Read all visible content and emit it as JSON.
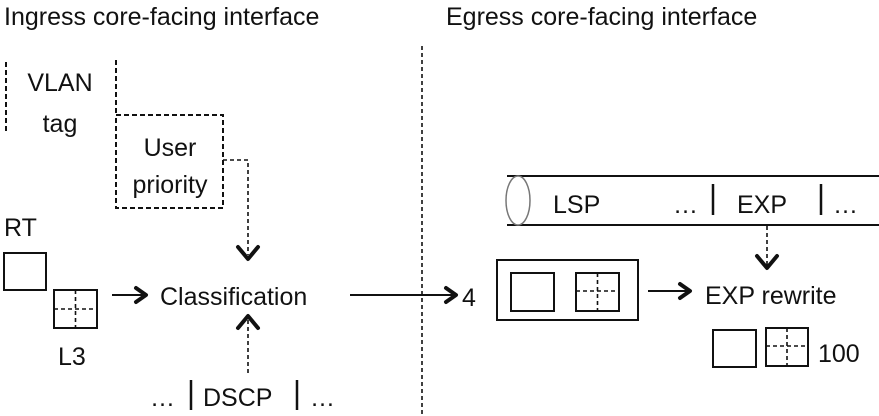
{
  "ingress": {
    "title": "Ingress core-facing interface",
    "vlan_line1": "VLAN",
    "vlan_line2": "tag",
    "user_line1": "User",
    "user_line2": "priority",
    "rt_label": "RT",
    "l3_label": "L3",
    "classification": "Classification",
    "dscp_left": "…",
    "dscp": "DSCP",
    "dscp_right": "…"
  },
  "egress": {
    "title": "Egress core-facing interface",
    "lsp": "LSP",
    "ellipsis_left": "…",
    "exp": "EXP",
    "ellipsis_right": "…",
    "class_value": "4",
    "exp_rewrite": "EXP rewrite",
    "exp_value": "100"
  }
}
